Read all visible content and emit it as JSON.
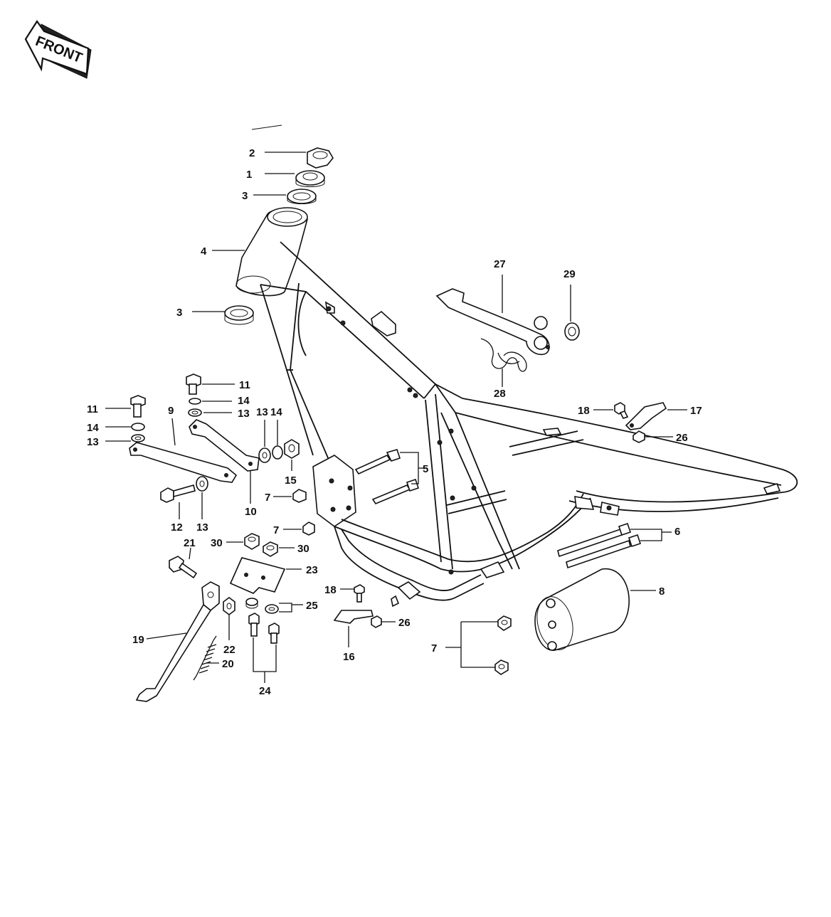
{
  "front_arrow": {
    "text": "FRONT"
  },
  "labels": {
    "l2_top": "2",
    "l1_top": "1",
    "l3_top": "3",
    "l4": "4",
    "l3_mid": "3",
    "l27": "27",
    "l29": "29",
    "l28": "28",
    "l11_right": "11",
    "l14_right": "14",
    "l13_right": "13",
    "l11_left": "11",
    "l14_left": "14",
    "l13_left": "13",
    "l9": "9",
    "l13_b": "13",
    "l14_b": "14",
    "l15": "15",
    "l5": "5",
    "l7_a": "7",
    "l12": "12",
    "l13_c": "13",
    "l10": "10",
    "l7_b": "7",
    "l21": "21",
    "l30_a": "30",
    "l30_b": "30",
    "l23": "23",
    "l18_right": "18",
    "l17": "17",
    "l26_right": "26",
    "l6": "6",
    "l8": "8",
    "l18_bottom": "18",
    "l25": "25",
    "l26_bottom": "26",
    "l16": "16",
    "l19": "19",
    "l22": "22",
    "l20": "20",
    "l24": "24",
    "l7_c": "7"
  }
}
